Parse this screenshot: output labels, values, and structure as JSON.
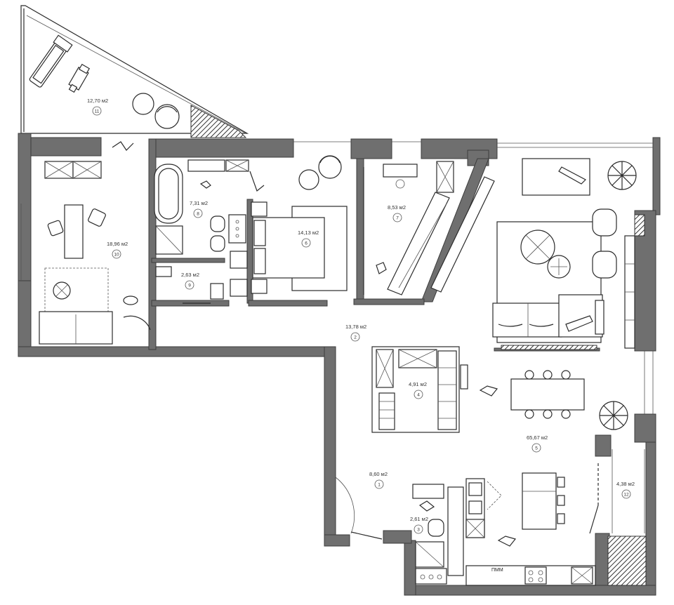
{
  "rooms": [
    {
      "id": "r11",
      "area": "12,70 м2",
      "number": "11"
    },
    {
      "id": "r10",
      "area": "18,96 м2",
      "number": "10"
    },
    {
      "id": "r8",
      "area": "7,31 м2",
      "number": "8"
    },
    {
      "id": "r9",
      "area": "2,63 м2",
      "number": "9"
    },
    {
      "id": "r6",
      "area": "14,13 м2",
      "number": "6"
    },
    {
      "id": "r7",
      "area": "8,53 м2",
      "number": "7"
    },
    {
      "id": "r2",
      "area": "13,78 м2",
      "number": "2"
    },
    {
      "id": "r4",
      "area": "4,91 м2",
      "number": "4"
    },
    {
      "id": "r5",
      "area": "65,67 м2",
      "number": "5"
    },
    {
      "id": "r1",
      "area": "8,60 м2",
      "number": "1"
    },
    {
      "id": "r3",
      "area": "2,61 м2",
      "number": "3"
    },
    {
      "id": "r12",
      "area": "4,38 м2",
      "number": "12"
    }
  ],
  "appliance_label": "ПММ",
  "colors": {
    "wall": "#6f6f6f",
    "line": "#2b2b2b",
    "background": "#ffffff"
  }
}
